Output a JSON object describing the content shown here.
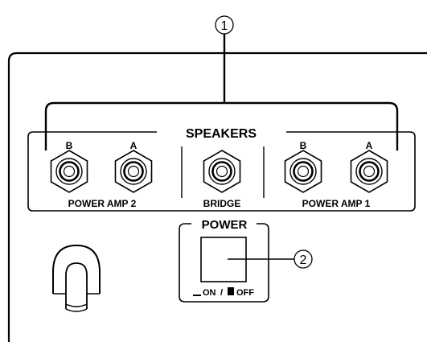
{
  "callouts": {
    "one": "1",
    "two": "2"
  },
  "speakers": {
    "title": "SPEAKERS",
    "power_amp_2": {
      "label": "POWER AMP 2",
      "jack_b": "B",
      "jack_a": "A"
    },
    "bridge": {
      "label": "BRIDGE"
    },
    "power_amp_1": {
      "label": "POWER AMP 1",
      "jack_b": "B",
      "jack_a": "A"
    }
  },
  "power": {
    "title": "POWER",
    "on_label": "ON",
    "separator": "/",
    "off_label": "OFF"
  },
  "colors": {
    "ink": "#000000",
    "background": "#ffffff"
  }
}
